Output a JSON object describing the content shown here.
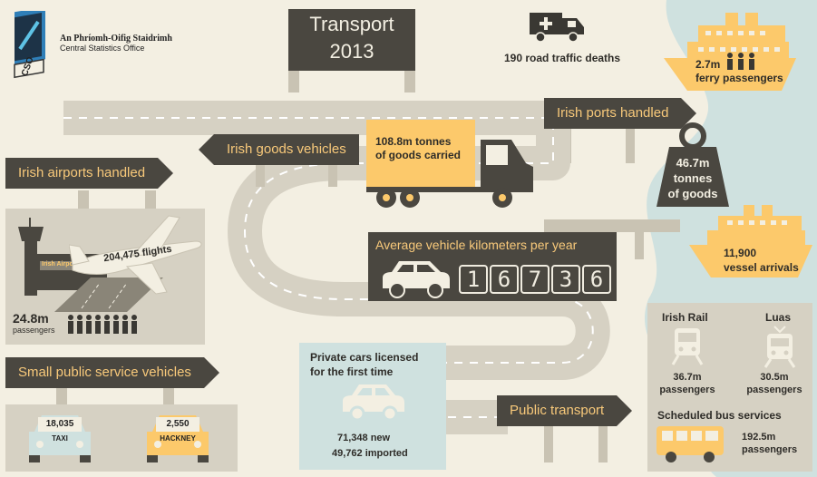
{
  "logo": {
    "irish_name": "An Phríomh-Oifig Staidrimh",
    "english_name": "Central Statistics Office",
    "mark": "CSO"
  },
  "title": {
    "line1": "Transport",
    "line2": "2013"
  },
  "road_deaths": "190 road traffic deaths",
  "ferry": {
    "value": "2.7m",
    "label": "ferry passengers"
  },
  "ports": {
    "sign": "Irish ports handled",
    "weight_value": "46.7m",
    "weight_unit": "tonnes",
    "weight_label": "of goods"
  },
  "vessels": {
    "value": "11,900",
    "label": "vessel arrivals"
  },
  "goods_vehicles": {
    "sign": "Irish goods vehicles",
    "cargo_line1": "108.8m tonnes",
    "cargo_line2": "of goods carried"
  },
  "airports": {
    "sign": "Irish airports handled",
    "flights": "204,475 flights",
    "terminal_text": "Irish Airports",
    "passengers_value": "24.8m",
    "passengers_label": "passengers"
  },
  "vehicle_km": {
    "sign": "Average vehicle kilometers per year",
    "digits": [
      "1",
      "6",
      "7",
      "3",
      "6"
    ]
  },
  "private_cars": {
    "title_line1": "Private cars licensed",
    "title_line2": "for the first time",
    "new_line": "71,348 new",
    "imported_line": "49,762 imported"
  },
  "spsv": {
    "sign": "Small public service vehicles",
    "taxi_value": "18,035",
    "taxi_label": "TAXI",
    "hackney_value": "2,550",
    "hackney_label": "HACKNEY"
  },
  "public_transport": {
    "sign": "Public transport",
    "rail_title": "Irish Rail",
    "rail_value": "36.7m",
    "rail_label": "passengers",
    "luas_title": "Luas",
    "luas_value": "30.5m",
    "luas_label": "passengers",
    "bus_title": "Scheduled bus services",
    "bus_value": "192.5m",
    "bus_label": "passengers"
  },
  "colors": {
    "sign_bg": "#4a4740",
    "sign_text": "#f8c97a",
    "accent_yellow": "#fcc96b",
    "sea": "#cfe1df",
    "road": "#d6d1c3",
    "background": "#f3efe2"
  },
  "icons": [
    "ambulance-icon",
    "ship-icon",
    "truck-icon",
    "weight-icon",
    "airplane-icon",
    "control-tower-icon",
    "car-icon",
    "taxi-icon",
    "train-icon",
    "tram-icon",
    "bus-icon",
    "person-icon"
  ]
}
